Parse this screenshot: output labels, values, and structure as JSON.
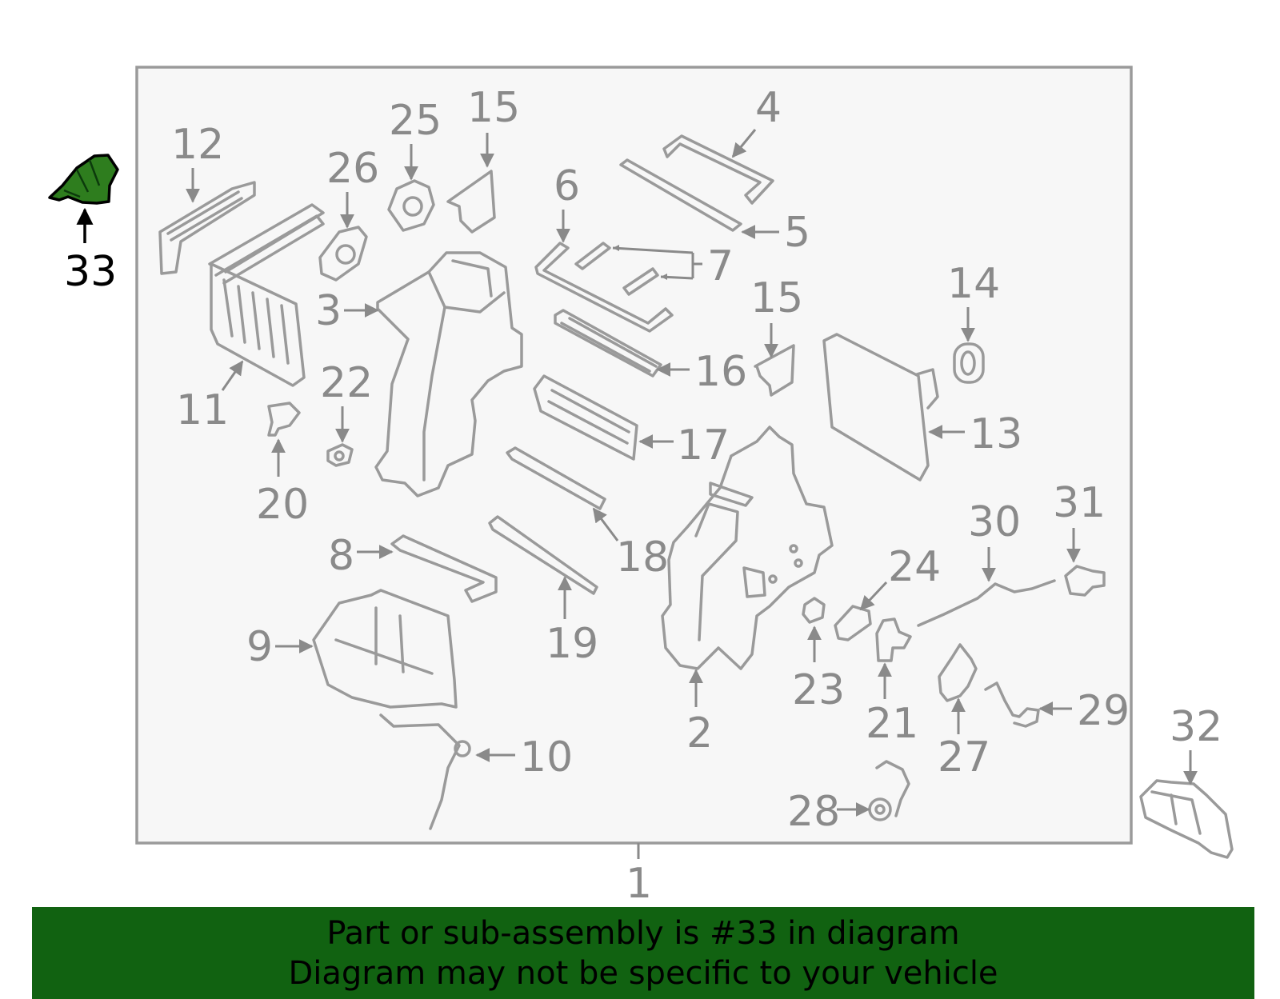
{
  "colors": {
    "highlight": "#2e7d1e",
    "banner": "#116211",
    "line": "#9a9a9a",
    "panel": "#f7f7f7"
  },
  "labels": {
    "p1": "1",
    "p2": "2",
    "p3": "3",
    "p4": "4",
    "p5": "5",
    "p6": "6",
    "p7": "7",
    "p8": "8",
    "p9": "9",
    "p10": "10",
    "p11": "11",
    "p12": "12",
    "p13": "13",
    "p14": "14",
    "p15a": "15",
    "p15b": "15",
    "p16": "16",
    "p17": "17",
    "p18": "18",
    "p19": "19",
    "p20": "20",
    "p21": "21",
    "p22": "22",
    "p23": "23",
    "p24": "24",
    "p25": "25",
    "p26": "26",
    "p27": "27",
    "p28": "28",
    "p29": "29",
    "p30": "30",
    "p31": "31",
    "p32": "32",
    "p33": "33"
  },
  "banner": {
    "line1": "Part or sub-assembly is #33 in diagram",
    "line2": "Diagram may not be specific to your vehicle"
  }
}
